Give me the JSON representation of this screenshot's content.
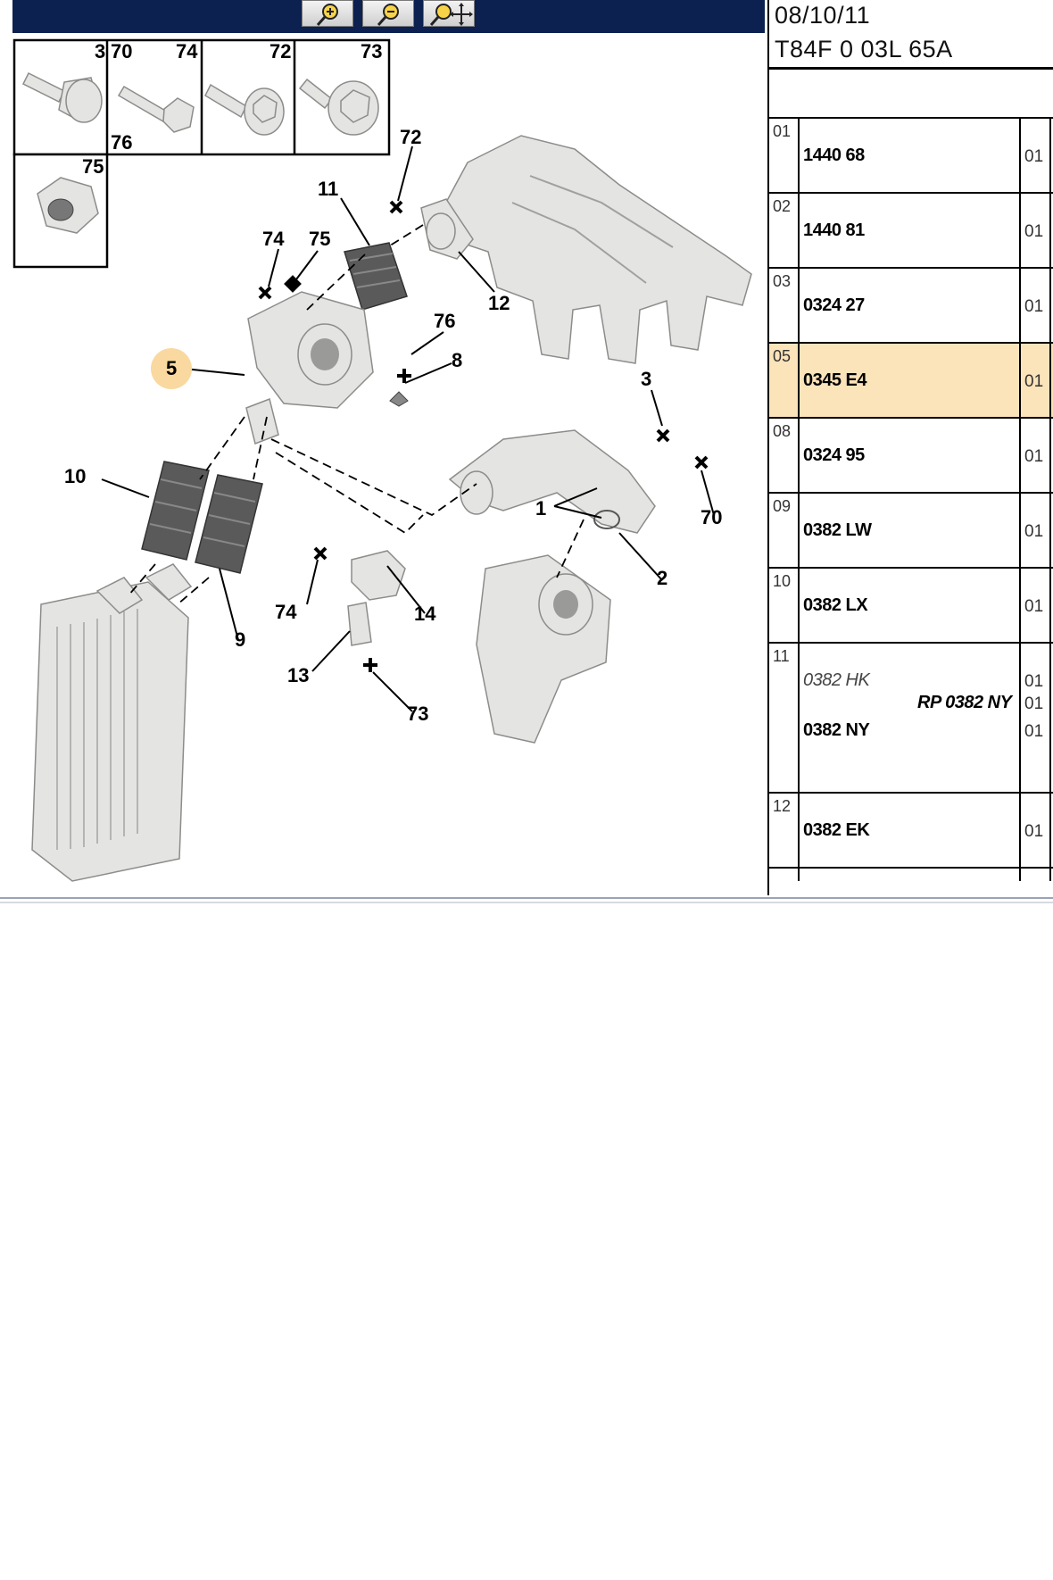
{
  "header": {
    "date": "08/10/11",
    "reference": "T84F 0 03L 65A"
  },
  "toolbar": {
    "buttons": [
      {
        "name": "zoom-in",
        "icon": "zoom-in-icon"
      },
      {
        "name": "zoom-out",
        "icon": "zoom-out-icon"
      },
      {
        "name": "zoom-pan",
        "icon": "zoom-pan-icon"
      }
    ]
  },
  "diagram": {
    "fastener_boxes": [
      {
        "labels": [
          "3"
        ]
      },
      {
        "labels": [
          "70",
          "74",
          "76"
        ]
      },
      {
        "labels": [
          "72"
        ]
      },
      {
        "labels": [
          "73"
        ]
      },
      {
        "labels": [
          "75"
        ]
      }
    ],
    "callouts": [
      "72",
      "11",
      "74",
      "75",
      "12",
      "76",
      "8",
      "5",
      "3",
      "10",
      "1",
      "70",
      "2",
      "74",
      "14",
      "9",
      "13",
      "73"
    ],
    "highlighted_callout": "5",
    "highlight_color": "#f9d9a0"
  },
  "parts_table": {
    "highlight_color": "#fbe3ba",
    "rows": [
      {
        "num": "01",
        "part": "1440 68",
        "qty": "01"
      },
      {
        "num": "02",
        "part": "1440 81",
        "qty": "01"
      },
      {
        "num": "03",
        "part": "0324 27",
        "qty": "01"
      },
      {
        "num": "05",
        "part": "0345 E4",
        "qty": "01",
        "highlighted": true
      },
      {
        "num": "08",
        "part": "0324 95",
        "qty": "01"
      },
      {
        "num": "09",
        "part": "0382 LW",
        "qty": "01"
      },
      {
        "num": "10",
        "part": "0382 LX",
        "qty": "01"
      },
      {
        "num": "11",
        "old_part": "0382 HK",
        "replacement": "RP 0382 NY",
        "part": "0382 NY",
        "qty": "01",
        "qty2": "01",
        "qty3": "01"
      },
      {
        "num": "12",
        "part": "0382 EK",
        "qty": "01"
      }
    ]
  }
}
